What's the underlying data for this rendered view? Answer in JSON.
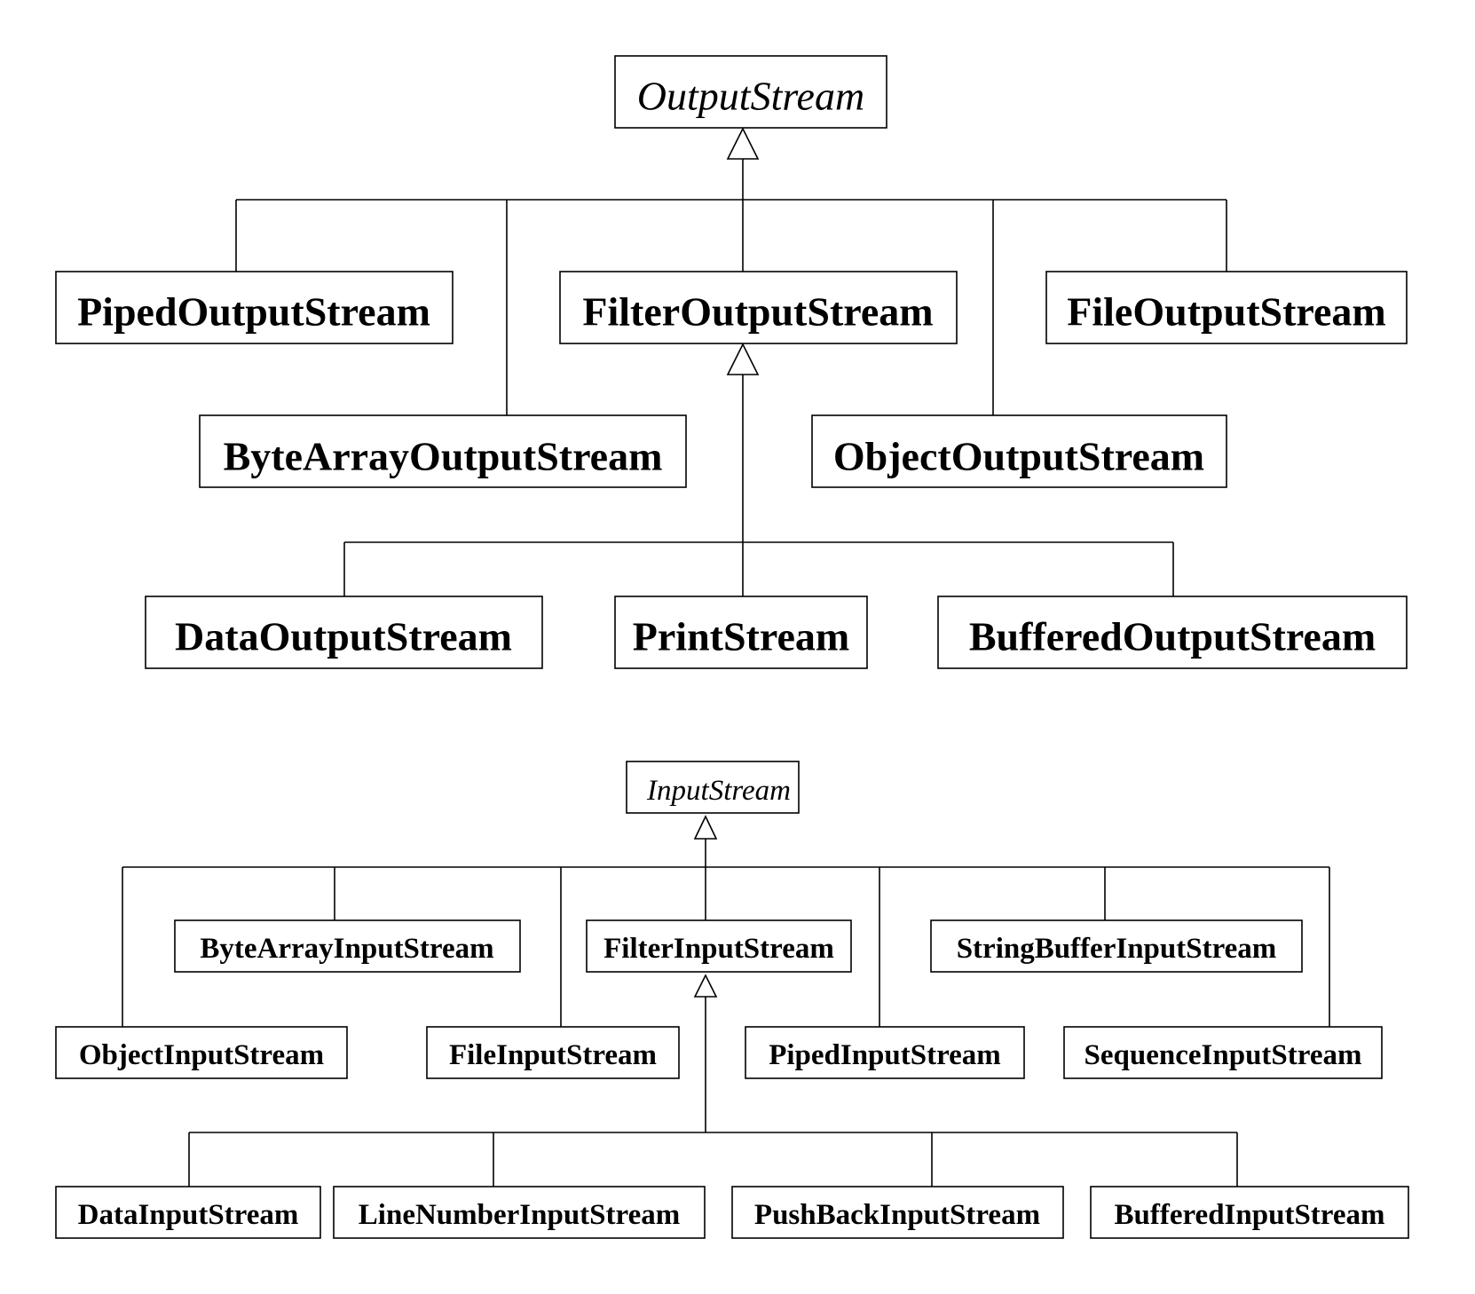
{
  "output_hierarchy": {
    "base": {
      "name": "OutputStream",
      "abstract": true
    },
    "direct_subclasses": [
      "PipedOutputStream",
      "ByteArrayOutputStream",
      "FilterOutputStream",
      "ObjectOutputStream",
      "FileOutputStream"
    ],
    "filter": {
      "name": "FilterOutputStream",
      "subclasses": [
        "DataOutputStream",
        "PrintStream",
        "BufferedOutputStream"
      ]
    }
  },
  "input_hierarchy": {
    "base": {
      "name": "InputStream",
      "abstract": true
    },
    "direct_subclasses": [
      "ObjectInputStream",
      "ByteArrayInputStream",
      "FileInputStream",
      "FilterInputStream",
      "PipedInputStream",
      "StringBufferInputStream",
      "SequenceInputStream"
    ],
    "filter": {
      "name": "FilterInputStream",
      "subclasses": [
        "DataInputStream",
        "LineNumberInputStream",
        "PushBackInputStream",
        "BufferedInputStream"
      ]
    }
  },
  "colors": {
    "stroke": "#000000",
    "fill": "#ffffff",
    "text": "#000000"
  }
}
